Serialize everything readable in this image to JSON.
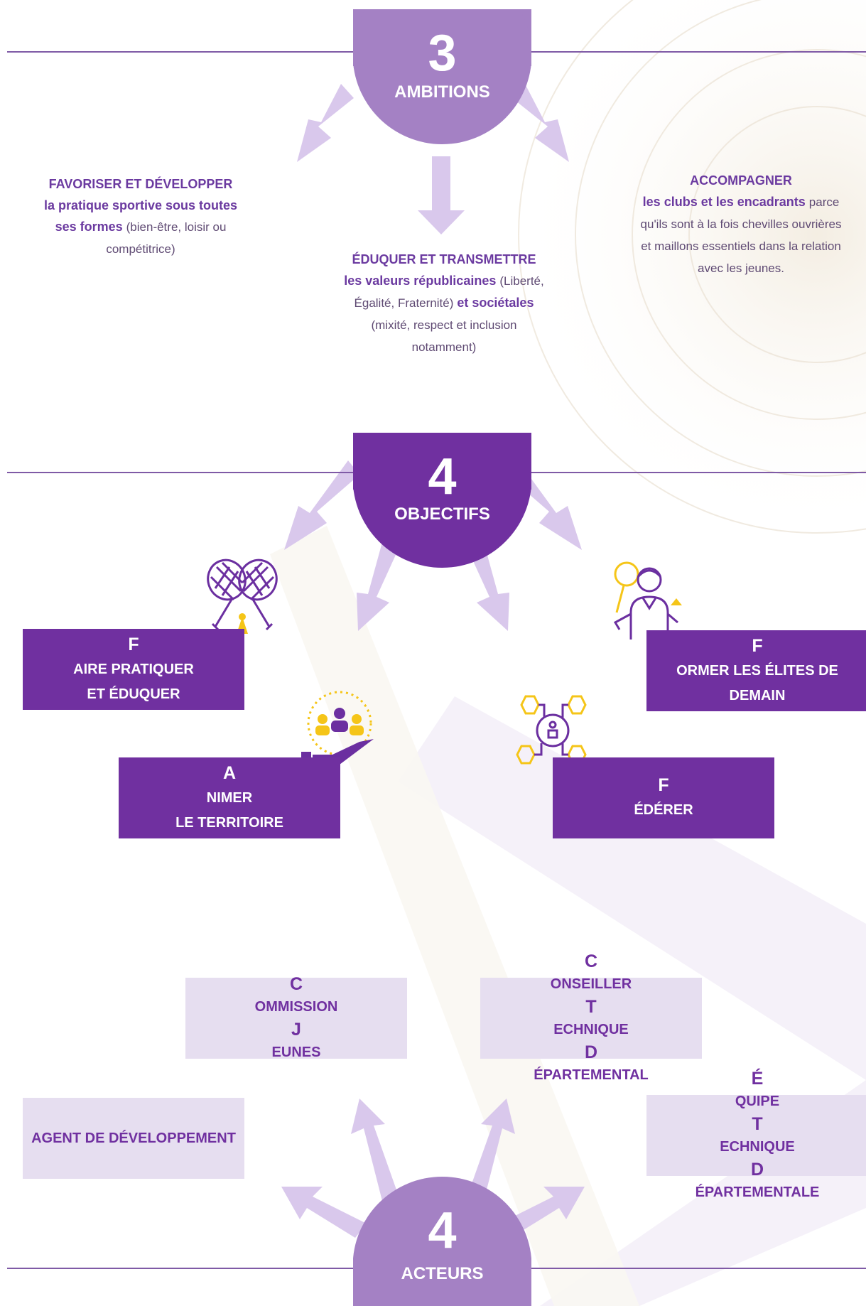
{
  "colors": {
    "purple_dark": "#7030a0",
    "purple_medium": "#a481c4",
    "purple_light": "#d9c8ec",
    "lavender_box": "#e6def0",
    "line": "#7f5aa6",
    "accent_yellow": "#f5c518"
  },
  "ambitions": {
    "number": "3",
    "label": "AMBITIONS",
    "items": [
      {
        "heading": "FAVORISER ET DÉVELOPPER",
        "strong_lines": [
          "la pratique sportive sous toutes",
          "ses formes"
        ],
        "detail_inline": "(bien-être, loisir ou",
        "detail_tail": "compétitrice)"
      },
      {
        "heading": "ÉDUQUER ET TRANSMETTRE",
        "strong_1": "les valeurs républicaines",
        "detail_1": "(Liberté,",
        "detail_2": "Égalité, Fraternité)",
        "strong_2": "et sociétales",
        "detail_3": "(mixité, respect et inclusion",
        "detail_4": "notamment)"
      },
      {
        "heading": "ACCOMPAGNER",
        "strong": "les clubs et les encadrants",
        "detail_inline": "parce",
        "detail_lines": [
          "qu'ils sont à la fois chevilles ouvrières",
          "et maillons essentiels dans la relation",
          "avec les jeunes."
        ]
      }
    ]
  },
  "objectives": {
    "number": "4",
    "label": "OBJECTIFS",
    "items": [
      {
        "line1_cap": "F",
        "line1_rest": "AIRE PRATIQUER",
        "line2": "ET ÉDUQUER",
        "icon": "badminton-rackets-icon"
      },
      {
        "line1_cap": "F",
        "line1_rest": "ORMER LES ÉLITES DE",
        "line2": "DEMAIN",
        "icon": "badminton-player-icon"
      },
      {
        "line1_cap": "A",
        "line1_rest": "NIMER",
        "line2": "LE TERRITOIRE",
        "icon": "community-hand-icon"
      },
      {
        "line1_cap": "F",
        "line1_rest": "ÉDÉRER",
        "line2": "",
        "icon": "network-hexagons-icon"
      }
    ]
  },
  "actors": {
    "number": "4",
    "label": "ACTEURS",
    "items": [
      {
        "line1": [
          [
            "C",
            "OMMISSION "
          ],
          [
            "J",
            "EUNES"
          ]
        ],
        "line2": []
      },
      {
        "line1": [
          [
            "C",
            "ONSEILLER "
          ],
          [
            "T",
            "ECHNIQUE"
          ]
        ],
        "line2": [
          [
            "D",
            "ÉPARTEMENTAL"
          ]
        ]
      },
      {
        "line1": [
          [
            "",
            "AGENT DE DÉVELOPPEMENT"
          ]
        ],
        "line2": []
      },
      {
        "line1": [
          [
            "É",
            "QUIPE "
          ],
          [
            "T",
            "ECHNIQUE"
          ]
        ],
        "line2": [
          [
            "D",
            "ÉPARTEMENTALE"
          ]
        ]
      }
    ]
  }
}
